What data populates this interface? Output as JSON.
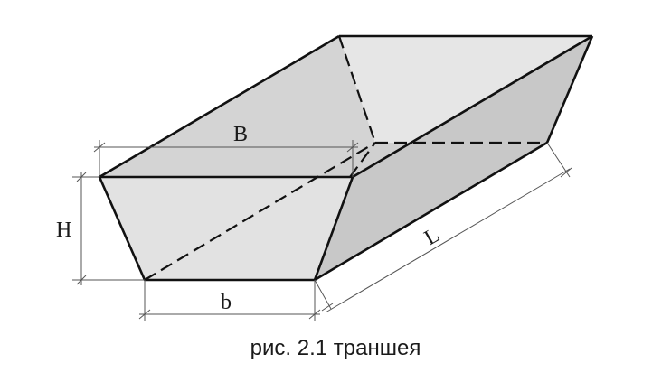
{
  "labels": {
    "top_width": "B",
    "height": "H",
    "bottom_width": "b",
    "length": "L"
  },
  "caption": "рис. 2.1  траншея",
  "colors": {
    "edge": "#111111",
    "face_light": "#e4e4e4",
    "face_mid": "#d8d8d8",
    "face_dark": "#c9c9c9",
    "face_back": "#d2d2d2",
    "dim_line": "#555555"
  }
}
